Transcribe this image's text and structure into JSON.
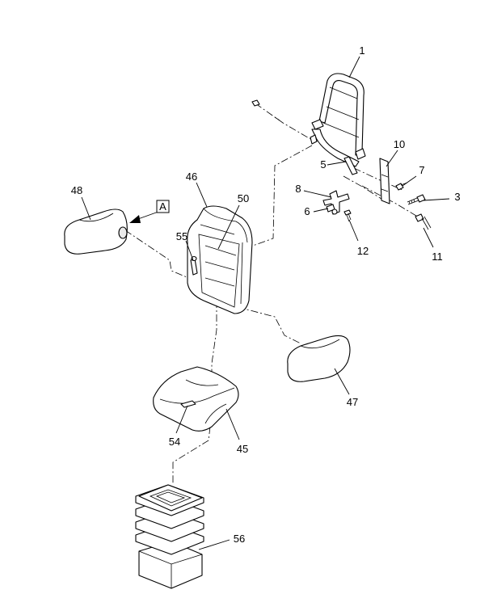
{
  "callouts": {
    "c1": "1",
    "c3": "3",
    "c5": "5",
    "c6": "6",
    "c7": "7",
    "c8": "8",
    "c10": "10",
    "c11": "11",
    "c12": "12",
    "c45": "45",
    "c46": "46",
    "c47": "47",
    "c48": "48",
    "c50": "50",
    "c54": "54",
    "c55": "55",
    "c56": "56"
  },
  "view_ref": "A"
}
